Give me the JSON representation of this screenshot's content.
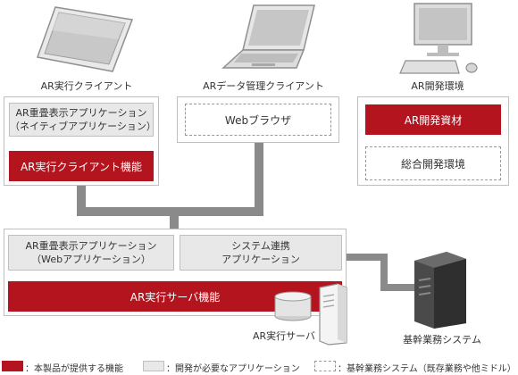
{
  "clients": {
    "ar_exec": {
      "caption": "AR実行クライアント",
      "app_box": "AR重畳表示アプリケーション\n（ネイティブアプリケーション）",
      "feature_box": "AR実行クライアント機能"
    },
    "ar_data": {
      "caption": "ARデータ管理クライアント",
      "browser_box": "Webブラウザ"
    },
    "ar_dev": {
      "caption": "AR開発環境",
      "resource_box": "AR開発資材",
      "ide_box": "総合開発環境"
    }
  },
  "server": {
    "app_box": "AR重畳表示アプリケーション\n（Webアプリケーション）",
    "integration_box": "システム連携\nアプリケーション",
    "feature_box": "AR実行サーバ機能",
    "caption": "AR実行サーバ"
  },
  "core_system": {
    "caption": "基幹業務システム"
  },
  "legend": {
    "red_label": "：本製品が提供する機能",
    "gray_label": "：開発が必要なアプリケーション",
    "dashed_label": "：基幹業務システム（既存業務や他ミドル）"
  },
  "colors": {
    "product_red": "#b3141e",
    "dev_gray": "#e8e8e8",
    "connector": "#8a8a8a"
  }
}
